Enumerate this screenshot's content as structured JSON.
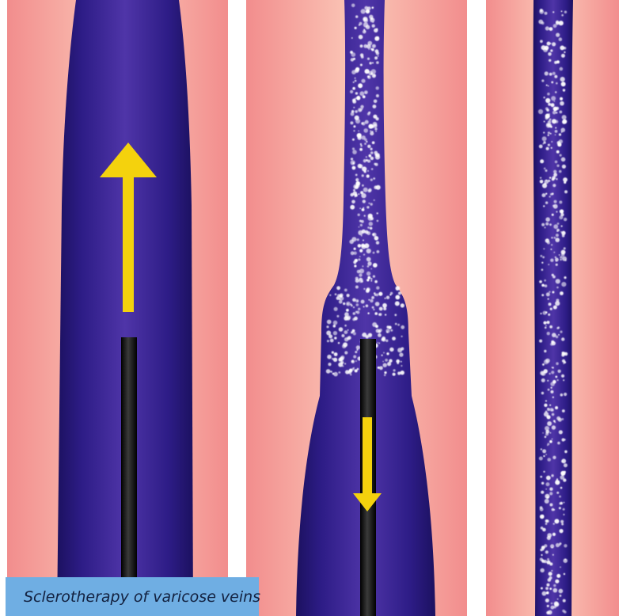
{
  "caption": "Sclerotherapy of varicose veins",
  "colors": {
    "tissue_edge": "#f28d8d",
    "tissue_center": "#fbc8b8",
    "vein_edge": "#1c1160",
    "vein_mid": "#352293",
    "vein_center": "#4f35a8",
    "foam_bubble": "#ffffff",
    "arrow": "#f4d20d",
    "catheter": "#0d0d0d",
    "caption_background": "#6faee3",
    "caption_text": "#13213f"
  },
  "panels": [
    {
      "stage": "catheter inserted",
      "arrow_direction": "up",
      "foam": false,
      "vein_state": "dilated"
    },
    {
      "stage": "foam injected while catheter withdrawn",
      "arrow_direction": "down",
      "foam": true,
      "vein_state": "partially collapsed"
    },
    {
      "stage": "vein collapsed",
      "arrow_direction": "none",
      "foam": true,
      "vein_state": "narrowed"
    }
  ]
}
